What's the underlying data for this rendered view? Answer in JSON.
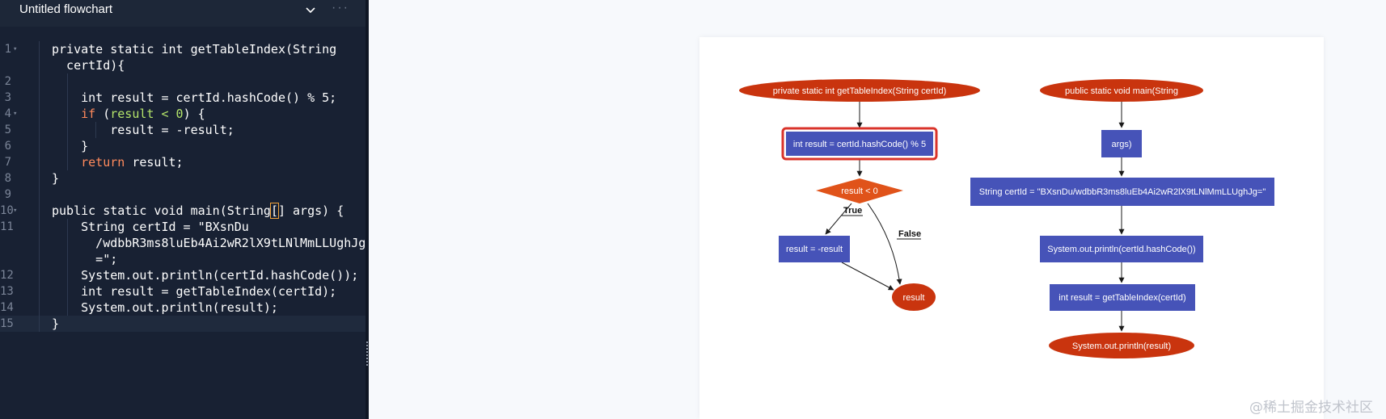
{
  "header": {
    "title": "Untitled flowchart",
    "more": "···"
  },
  "code": {
    "lines": [
      {
        "n": "1",
        "fold": true,
        "indent": 1,
        "tokens": [
          [
            "t",
            "private static int getTableIndex(String"
          ]
        ]
      },
      {
        "n": "",
        "fold": false,
        "indent": 1,
        "cont": true,
        "tokens": [
          [
            "t",
            "  certId){"
          ]
        ]
      },
      {
        "n": "2",
        "fold": false,
        "indent": 2,
        "tokens": []
      },
      {
        "n": "3",
        "fold": false,
        "indent": 2,
        "tokens": [
          [
            "t",
            "    int result = certId.hashCode() % 5;"
          ]
        ]
      },
      {
        "n": "4",
        "fold": true,
        "indent": 2,
        "tokens": [
          [
            "t",
            "    "
          ],
          [
            "kw",
            "if"
          ],
          [
            "t",
            " ("
          ],
          [
            "gr",
            "result < 0"
          ],
          [
            "t",
            ") {"
          ]
        ]
      },
      {
        "n": "5",
        "fold": false,
        "indent": 3,
        "tokens": [
          [
            "t",
            "        result = -result;"
          ]
        ]
      },
      {
        "n": "6",
        "fold": false,
        "indent": 2,
        "tokens": [
          [
            "t",
            "    }"
          ]
        ]
      },
      {
        "n": "7",
        "fold": false,
        "indent": 2,
        "tokens": [
          [
            "t",
            "    "
          ],
          [
            "kw",
            "return"
          ],
          [
            "t",
            " result;"
          ]
        ]
      },
      {
        "n": "8",
        "fold": false,
        "indent": 1,
        "tokens": [
          [
            "t",
            "}"
          ]
        ]
      },
      {
        "n": "9",
        "fold": false,
        "indent": 1,
        "tokens": []
      },
      {
        "n": "10",
        "fold": true,
        "indent": 1,
        "tokens": [
          [
            "t",
            "public static void main(String"
          ],
          [
            "br",
            "["
          ],
          [
            "t",
            "] args) {"
          ]
        ]
      },
      {
        "n": "11",
        "fold": false,
        "indent": 2,
        "tokens": [
          [
            "t",
            "    String certId = \"BXsnDu"
          ]
        ]
      },
      {
        "n": "",
        "fold": false,
        "indent": 2,
        "cont": true,
        "tokens": [
          [
            "t",
            "      /wdbbR3ms8luEb4Ai2wR2lX9tLNlMmLLUghJg"
          ]
        ]
      },
      {
        "n": "",
        "fold": false,
        "indent": 2,
        "cont": true,
        "tokens": [
          [
            "t",
            "      =\";"
          ]
        ]
      },
      {
        "n": "12",
        "fold": false,
        "indent": 2,
        "tokens": [
          [
            "t",
            "    System.out.println(certId.hashCode());"
          ]
        ]
      },
      {
        "n": "13",
        "fold": false,
        "indent": 2,
        "tokens": [
          [
            "t",
            "    int result = getTableIndex(certId);"
          ]
        ]
      },
      {
        "n": "14",
        "fold": false,
        "indent": 2,
        "tokens": [
          [
            "t",
            "    System.out.println(result);"
          ]
        ]
      },
      {
        "n": "15",
        "fold": false,
        "indent": 1,
        "active": true,
        "tokens": [
          [
            "t",
            "}"
          ]
        ]
      }
    ]
  },
  "flowchart": {
    "nodes": {
      "start1": "private static int getTableIndex(String certId)",
      "op1": "int result = certId.hashCode() % 5",
      "cond": "result < 0",
      "op2": "result = -result",
      "end1": "result",
      "start2": "public static void main(String",
      "op3": "args)",
      "op4": "String certId = \"BXsnDu/wdbbR3ms8luEb4Ai2wR2lX9tLNlMmLLUghJg=\"",
      "op5": "System.out.println(certId.hashCode())",
      "op6": "int result = getTableIndex(certId)",
      "end2": "System.out.println(result)"
    },
    "edges": {
      "true_label": "True",
      "false_label": "False"
    },
    "colors": {
      "terminal": "#c9340e",
      "process": "#4653b8",
      "decision": "#e0531a",
      "selected": "#d9332a",
      "edge": "#1a1a1a"
    }
  },
  "watermark": "@稀土掘金技术社区"
}
